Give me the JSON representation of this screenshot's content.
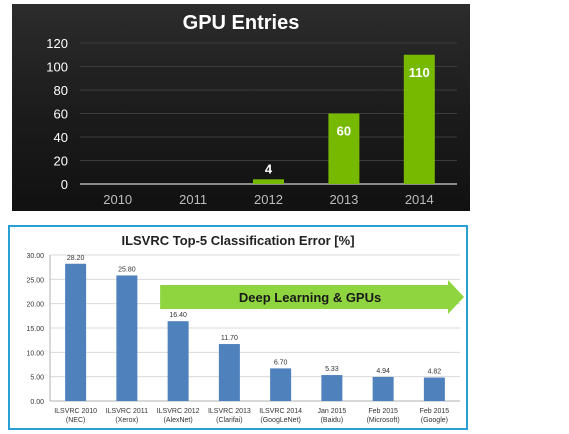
{
  "chart_data": [
    {
      "type": "bar",
      "title": "GPU Entries",
      "categories": [
        "2010",
        "2011",
        "2012",
        "2013",
        "2014"
      ],
      "values": [
        0,
        0,
        4,
        60,
        110
      ],
      "data_labels": [
        "",
        "",
        "4",
        "60",
        "110"
      ],
      "yticks": [
        "0",
        "20",
        "40",
        "60",
        "80",
        "100",
        "120"
      ],
      "ylim": [
        0,
        120
      ],
      "grid": true,
      "bar_color": "#76b900",
      "background": "#1c1c1c"
    },
    {
      "type": "bar",
      "title": "ILSVRC Top-5 Classification Error [%]",
      "categories": [
        [
          "ILSVRC 2010",
          "(NEC)"
        ],
        [
          "ILSVRC 2011",
          "(Xerox)"
        ],
        [
          "ILSVRC 2012",
          "(AlexNet)"
        ],
        [
          "ILSVRC 2013",
          "(Clarifai)"
        ],
        [
          "ILSVRC 2014",
          "(GoogLeNet)"
        ],
        [
          "Jan 2015",
          "(Baidu)"
        ],
        [
          "Feb 2015",
          "(Microsoft)"
        ],
        [
          "Feb 2015",
          "(Google)"
        ]
      ],
      "values": [
        28.2,
        25.8,
        16.4,
        11.7,
        6.7,
        5.33,
        4.94,
        4.82
      ],
      "data_labels": [
        "28.20",
        "25.80",
        "16.40",
        "11.70",
        "6.70",
        "5.33",
        "4.94",
        "4.82"
      ],
      "yticks": [
        "0.00",
        "5.00",
        "10.00",
        "15.00",
        "20.00",
        "25.00",
        "30.00"
      ],
      "ylim": [
        0,
        30
      ],
      "grid": true,
      "bar_color": "#4f81bd",
      "annotation": {
        "text": "Deep Learning & GPUs",
        "from_category": 2,
        "to_category": 7,
        "color": "#8ed540"
      }
    }
  ]
}
